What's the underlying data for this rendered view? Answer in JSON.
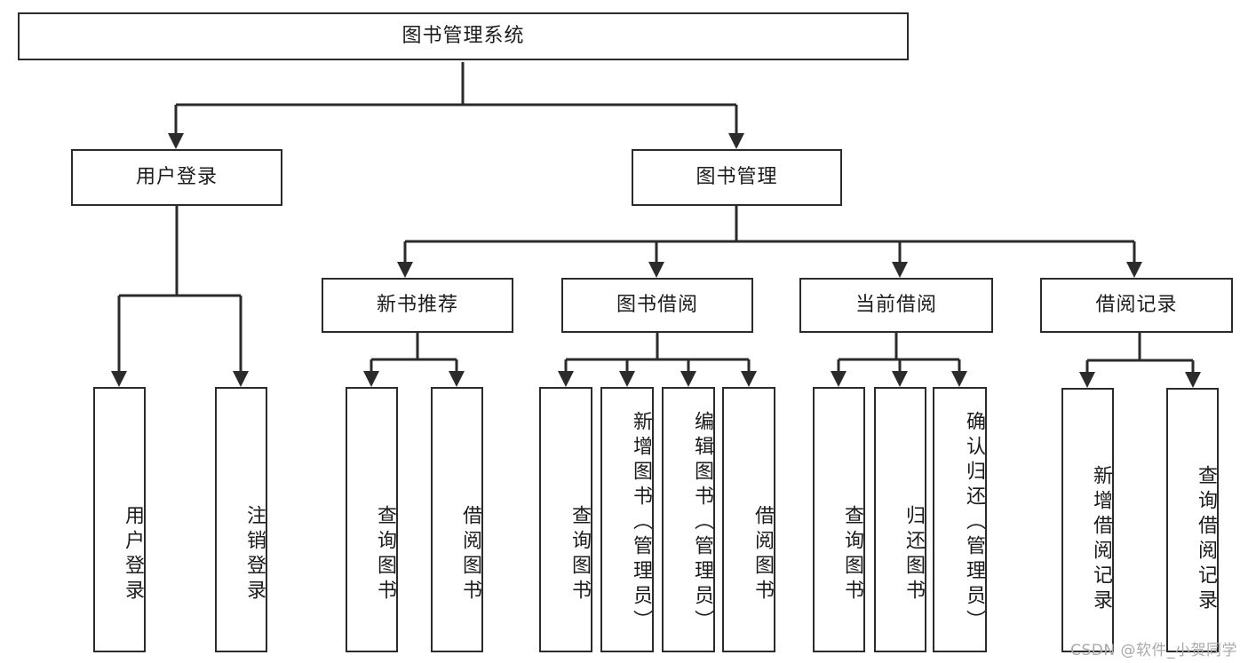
{
  "diagram": {
    "title": "图书管理系统",
    "type": "hierarchy-tree",
    "watermark": "CSDN @软件_小贺同学",
    "colors": {
      "line": "#2b2b2b",
      "box_border": "#2b2b2b",
      "box_fill": "#ffffff",
      "text": "#1c1c1c",
      "watermark": "#a9a9a9"
    },
    "nodes": {
      "root": {
        "label": "图书管理系统"
      },
      "level2": [
        {
          "id": "user-login",
          "label": "用户登录"
        },
        {
          "id": "book-manage",
          "label": "图书管理"
        }
      ],
      "level3": [
        {
          "id": "new-book-recommend",
          "label": "新书推荐"
        },
        {
          "id": "book-borrow",
          "label": "图书借阅"
        },
        {
          "id": "current-borrow",
          "label": "当前借阅"
        },
        {
          "id": "borrow-record",
          "label": "借阅记录"
        }
      ],
      "leaves": {
        "user_login": [
          {
            "id": "leaf-user-login",
            "label": "用户登录"
          },
          {
            "id": "leaf-logout-login",
            "label": "注销登录"
          }
        ],
        "new_book_recommend": [
          {
            "id": "leaf-query-book-1",
            "label": "查询图书"
          },
          {
            "id": "leaf-borrow-book-1",
            "label": "借阅图书"
          }
        ],
        "book_borrow": [
          {
            "id": "leaf-query-book-2",
            "label": "查询图书"
          },
          {
            "id": "leaf-add-book",
            "label": "新增图书（管理员）"
          },
          {
            "id": "leaf-edit-book",
            "label": "编辑图书（管理员）"
          },
          {
            "id": "leaf-borrow-book-2",
            "label": "借阅图书"
          }
        ],
        "current_borrow": [
          {
            "id": "leaf-query-book-3",
            "label": "查询图书"
          },
          {
            "id": "leaf-return-book",
            "label": "归还图书"
          },
          {
            "id": "leaf-confirm-return",
            "label": "确认归还（管理员）"
          }
        ],
        "borrow_record": [
          {
            "id": "leaf-add-record",
            "label": "新增借阅记录"
          },
          {
            "id": "leaf-query-record",
            "label": "查询借阅记录"
          }
        ]
      }
    }
  }
}
